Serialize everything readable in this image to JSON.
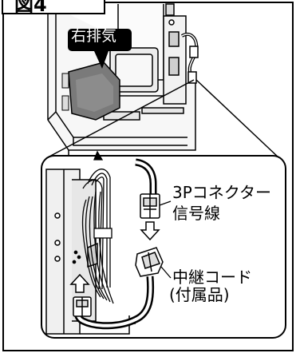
{
  "figure": {
    "label": "図4"
  },
  "callouts": {
    "exhaust": "右排気",
    "connector_line1": "3Pコネクター",
    "connector_line2": "信号線",
    "relay_line1": "中継コード",
    "relay_line2": "(付属品)"
  },
  "colors": {
    "ink": "#000000",
    "fill_light": "#f2f2f2",
    "fill_mid": "#bdbdbd",
    "fill_dark": "#6e6e6e"
  }
}
